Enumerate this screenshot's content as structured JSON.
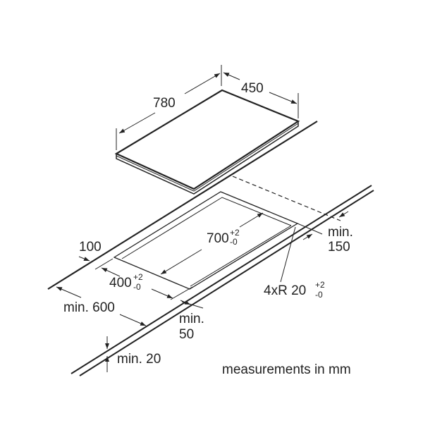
{
  "labels": {
    "hob_width": "780",
    "hob_depth": "450",
    "cutout_width": "700",
    "cutout_depth": "400",
    "tol_plus": "+2",
    "tol_minus": "-0",
    "back_gap": "100",
    "min_depth": "min. 600",
    "min_front_a": "min.",
    "min_front_b": "50",
    "min_side_a": "min.",
    "min_side_b": "150",
    "radius": "4xR 20",
    "min_thickness": "min. 20",
    "units_note": "measurements in mm"
  },
  "colors": {
    "line": "#222222",
    "background": "#ffffff"
  }
}
